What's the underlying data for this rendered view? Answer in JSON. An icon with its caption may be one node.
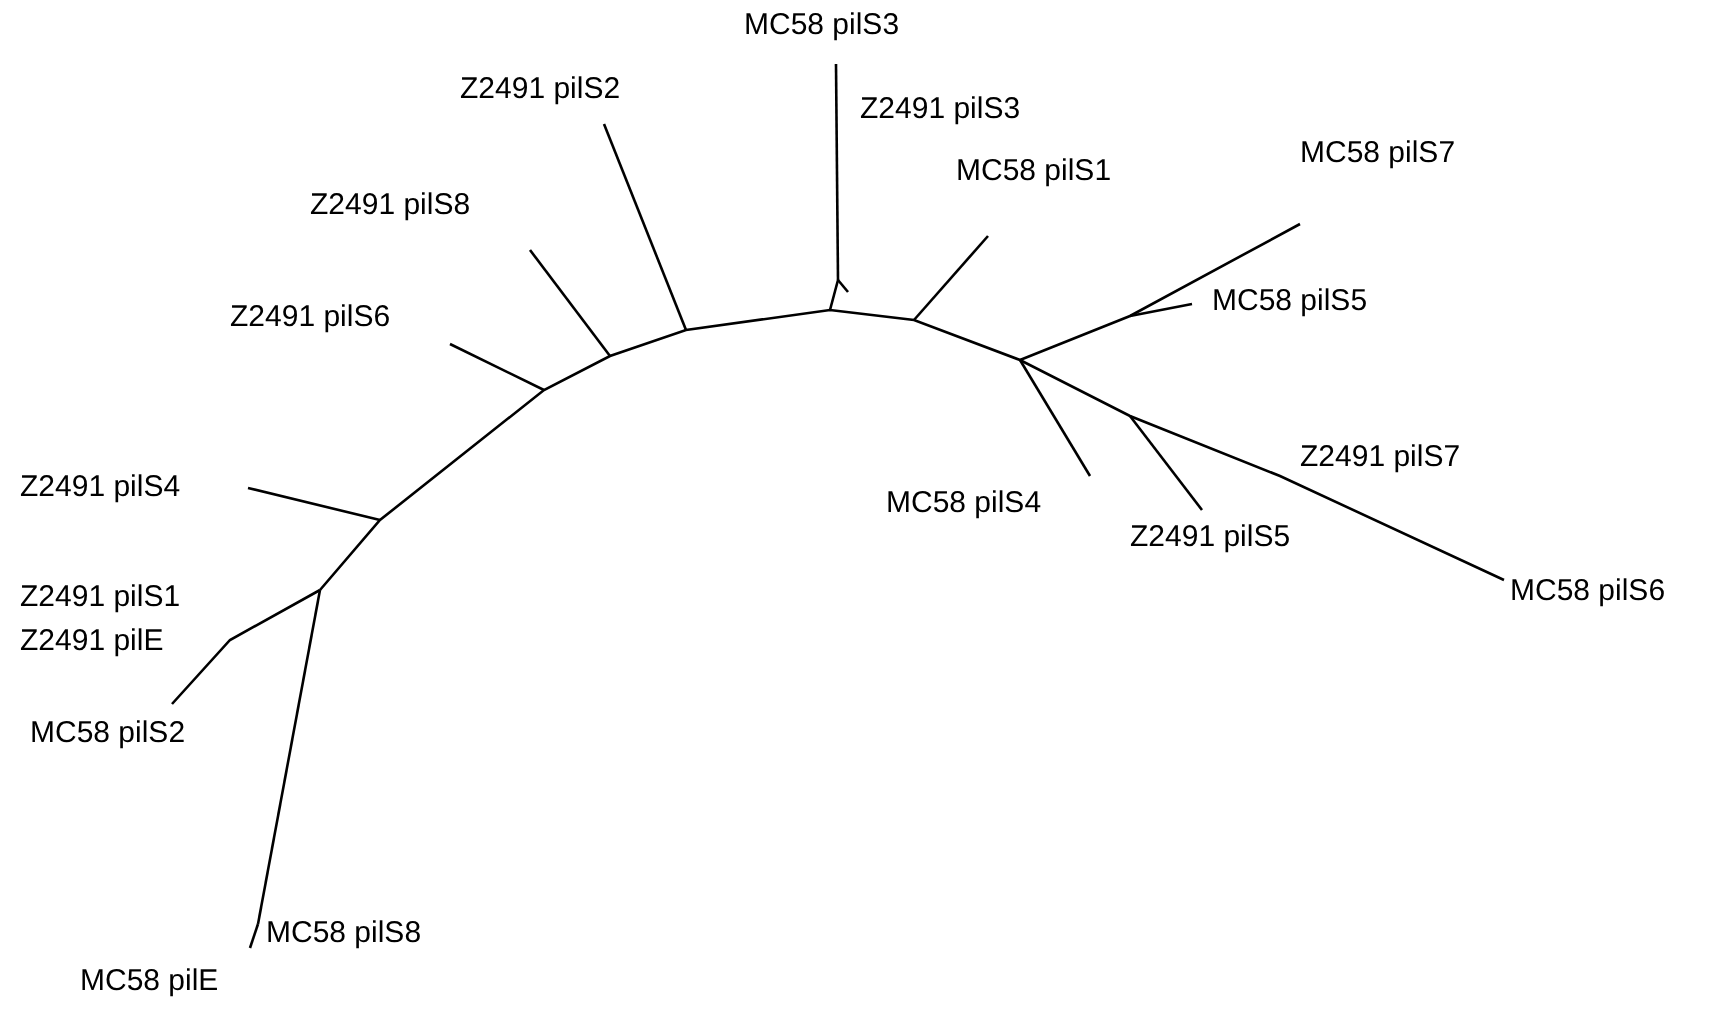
{
  "diagram": {
    "labels": [
      "MC58 pilS3",
      "Z2491 pilS2",
      "Z2491 pilS3",
      "MC58 pilS7",
      "MC58 pilS1",
      "Z2491 pilS8",
      "MC58 pilS5",
      "Z2491 pilS6",
      "Z2491 pilS7",
      "Z2491 pilS4",
      "MC58 pilS4",
      "Z2491 pilS5",
      "Z2491 pilS1",
      "MC58 pilS6",
      "Z2491 pilE",
      "MC58 pilS2",
      "MC58 pilS8",
      "MC58 pilE"
    ]
  }
}
